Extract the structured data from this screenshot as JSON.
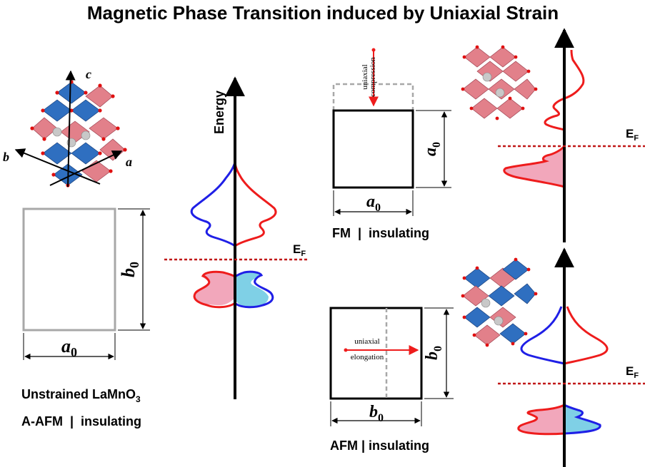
{
  "title": "Magnetic Phase Transition induced by Uniaxial Strain",
  "colors": {
    "spin_up": "#ee1c1c",
    "spin_down": "#1f1fe6",
    "fill_up": "#f2a7bb",
    "fill_down": "#7fd0e6",
    "fermi": "#c01818",
    "octa_blue": "#2f6fc0",
    "octa_red": "#e2808a",
    "outline_gray": "#a8a8a8"
  },
  "left": {
    "axes": {
      "c": "c",
      "b": "b",
      "a": "a"
    },
    "cell": {
      "width_label": "a",
      "width_sub": "0",
      "height_label": "b",
      "height_sub": "0"
    },
    "energy_label": "Energy",
    "fermi": {
      "main": "E",
      "sub": "F"
    },
    "caption_line1_main": "Unstrained LaMnO",
    "caption_line1_sub": "3",
    "caption_line2": "A-AFM  |  insulating"
  },
  "fm": {
    "strain_line1": "uniaxial",
    "strain_line2": "compression",
    "cell": {
      "width_label": "a",
      "width_sub": "0",
      "height_label": "a",
      "height_sub": "0"
    },
    "caption": "FM  |  insulating",
    "fermi": {
      "main": "E",
      "sub": "F"
    }
  },
  "afm": {
    "strain_line1": "uniaxial",
    "strain_line2": "elongation",
    "cell": {
      "width_label": "b",
      "width_sub": "0",
      "height_label": "b",
      "height_sub": "0"
    },
    "caption": "AFM | insulating",
    "fermi": {
      "main": "E",
      "sub": "F"
    }
  }
}
